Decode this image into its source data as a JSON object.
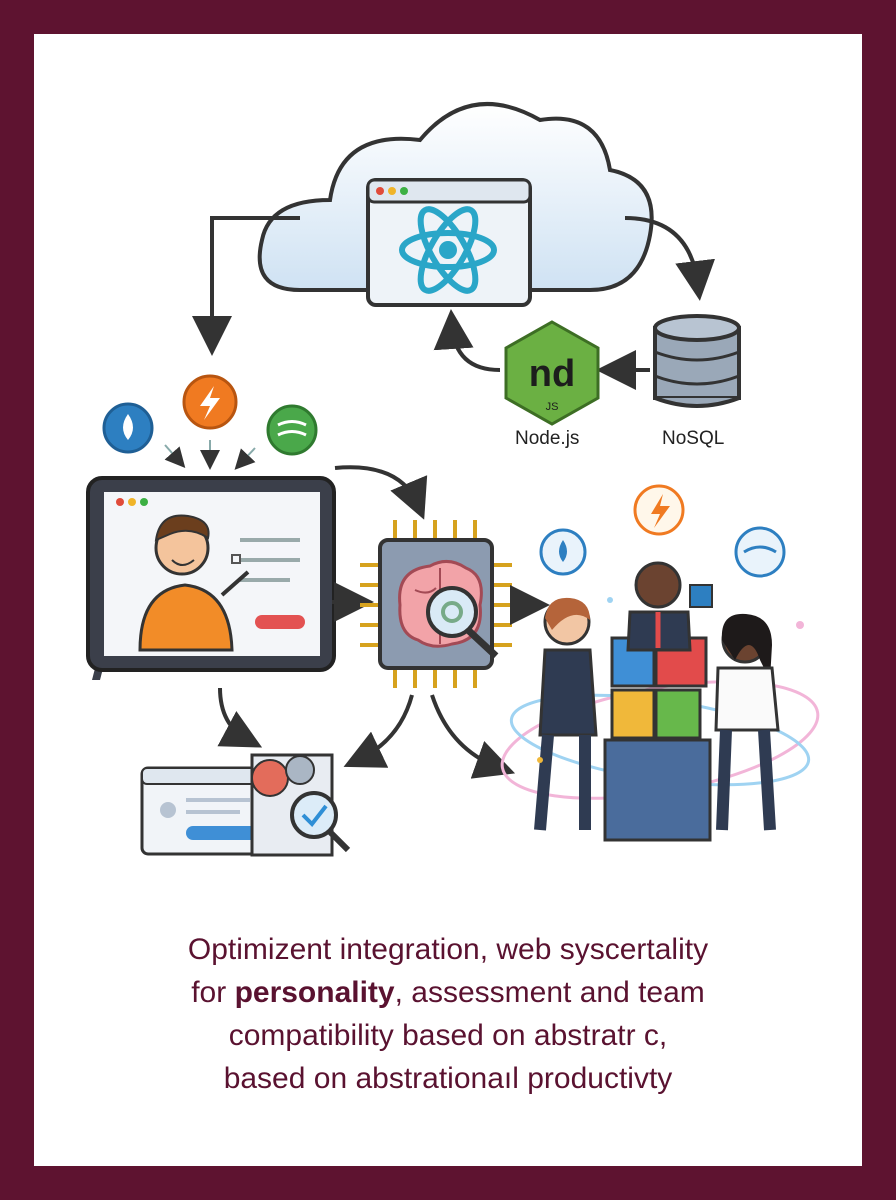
{
  "labels": {
    "nodejs": "Node.js",
    "nosql": "NoSQL",
    "node_logo_text": "nd",
    "node_js_badge": "JS"
  },
  "caption": {
    "line1": "Optimizent integration, web syscertality",
    "line2_before": "for ",
    "line2_bold": "personality",
    "line2_after": ", assessment and team",
    "line3": "compatibility based on abstratr c,",
    "line4": "based on abstrationaıl productivty"
  },
  "icons": [
    "cloud-icon",
    "react-logo-icon",
    "nodejs-logo-icon",
    "database-icon",
    "water-element-icon",
    "lightning-element-icon",
    "air-element-icon",
    "tablet-icon",
    "ai-chip-icon",
    "brain-icon",
    "gear-icon",
    "magnifier-icon",
    "puzzle-icon",
    "checkmark-icon"
  ],
  "colors": {
    "frame": "#5e1330",
    "caption_text": "#5a1230",
    "node_green": "#6bb043",
    "react_blue": "#2aa6c8"
  }
}
